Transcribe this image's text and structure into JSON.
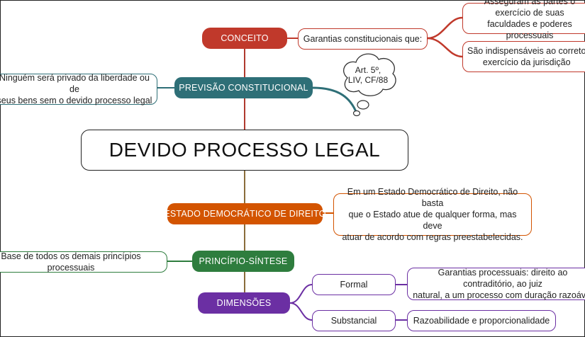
{
  "central": "DEVIDO PROCESSO LEGAL",
  "branches": {
    "conceito": {
      "label": "CONCEITO",
      "detail": "Garantias constitucionais que:",
      "sub": [
        "Asseguram as partes o exercício de suas\nfaculdades e poderes processuais",
        "São indispensáveis ao correto\nexercício da jurisdição"
      ]
    },
    "previsao": {
      "label": "PREVISÃO CONSTITUCIONAL",
      "detail": "Ninguém será privado da liberdade ou de\nseus bens sem o devido processo legal",
      "cloud": "Art. 5º,\nLIV, CF/88"
    },
    "estado": {
      "label": "ESTADO DEMOCRÁTICO DE DIREITO",
      "detail": "Em um Estado Democrático de Direito, não basta\nque o Estado atue de qualquer forma, mas deve\natuar de acordo com regras preestabelecidas."
    },
    "principio": {
      "label": "PRINCÍPIO-SÍNTESE",
      "detail": "Base de todos os demais princípios processuais"
    },
    "dimensoes": {
      "label": "DIMENSÕES",
      "formal": "Formal",
      "formal_detail": "Garantias processuais: direito ao contraditório, ao juiz\nnatural, a um processo com duração razoável",
      "substancial": "Substancial",
      "substancial_detail": "Razoabilidade e proporcionalidade"
    }
  },
  "colors": {
    "conceito": "#c0392b",
    "previsao": "#2e6f77",
    "estado": "#d35400",
    "principio": "#2e7d3e",
    "dimensoes": "#6b2fa3",
    "trunk_top": "#8e44ad"
  }
}
